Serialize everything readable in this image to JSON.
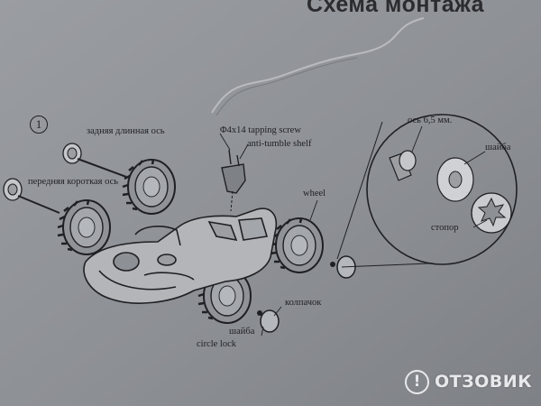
{
  "title": "Схема монтажа",
  "step_number": "1",
  "labels": {
    "rear_axle": "задняя длинная ось",
    "front_axle": "передняя короткая ось",
    "tapping_screw": "Φ4x14 tapping screw",
    "anti_tumble_shelf": "anti-tumble shelf",
    "wheel": "wheel",
    "axle_diameter": "ось 6,5 мм.",
    "washer_detail": "шайба",
    "stopper": "стопор",
    "cap": "колпачок",
    "washer": "шайба",
    "circle_lock": "circle lock"
  },
  "watermark": {
    "text": "ОТЗОВИК",
    "symbol": "!"
  }
}
